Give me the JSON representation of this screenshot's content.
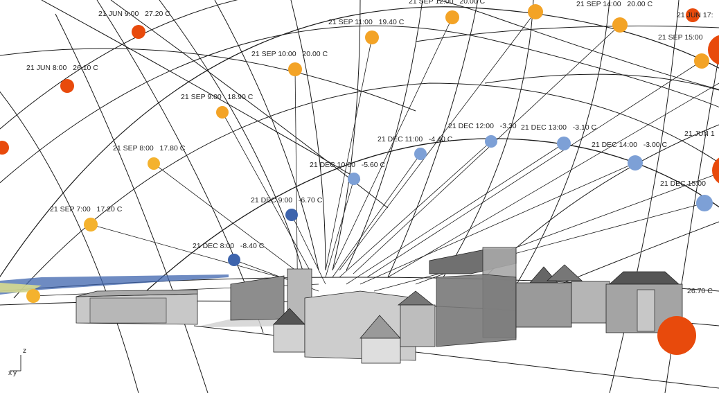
{
  "colors": {
    "background": "#ffffff",
    "grid": "#1a1a1a",
    "hot": "#e84a0c",
    "warm": "#f08a1e",
    "mid": "#f3a326",
    "cool": "#f4b22e",
    "cold": "#3d64ad",
    "winter": "#7da0d6",
    "building_fill": "#9a9a9a",
    "building_dark": "#4a4a4a"
  },
  "sun_points": [
    {
      "label": "21 JUN 9:00   27.20 C",
      "tone": "hot"
    },
    {
      "label": "21 JUN 8:00   26.10 C",
      "tone": "hot"
    },
    {
      "label": "21 SEP 11:00   19.40 C",
      "tone": "mid"
    },
    {
      "label": "21 SEP 12:00   20.00 C",
      "tone": "mid"
    },
    {
      "label": "21 SEP 14:00   20.00 C",
      "tone": "mid"
    },
    {
      "label": "21 SEP 10:00   20.00 C",
      "tone": "mid"
    },
    {
      "label": "21 SEP 15:00",
      "tone": "mid"
    },
    {
      "label": "21 JUN 17:",
      "tone": "hot"
    },
    {
      "label": "21 SEP 9:00   18.90 C",
      "tone": "mid"
    },
    {
      "label": "21 SEP 8:00   17.80 C",
      "tone": "cool"
    },
    {
      "label": "21 SEP 7:00   17.20 C",
      "tone": "cool"
    },
    {
      "label": "21 DEC 12:00   -3.30",
      "tone": "winter"
    },
    {
      "label": "21 DEC 13:00   -3.10 C",
      "tone": "winter"
    },
    {
      "label": "21 DEC 11:00   -4.40 C",
      "tone": "winter"
    },
    {
      "label": "21 DEC 14:00   -3.00 C",
      "tone": "winter"
    },
    {
      "label": "21 DEC 10:00   -5.60 C",
      "tone": "winter"
    },
    {
      "label": "21 DEC 15:00",
      "tone": "winter"
    },
    {
      "label": "21 DEC 9:00   -6.70 C",
      "tone": "cold"
    },
    {
      "label": "21 DEC 8:00   -8.40 C",
      "tone": "cold"
    },
    {
      "label": "21 JUN 1",
      "tone": "hot"
    },
    {
      "label": "",
      "tone": "cool"
    },
    {
      "label": "",
      "tone": "hot"
    },
    {
      "label": "",
      "tone": "hot"
    },
    {
      "label": "",
      "tone": "hot"
    },
    {
      "label": "",
      "tone": "mid"
    }
  ],
  "side_label": "26.70 C",
  "axis": {
    "z": "z",
    "x": "x",
    "y": "y"
  }
}
